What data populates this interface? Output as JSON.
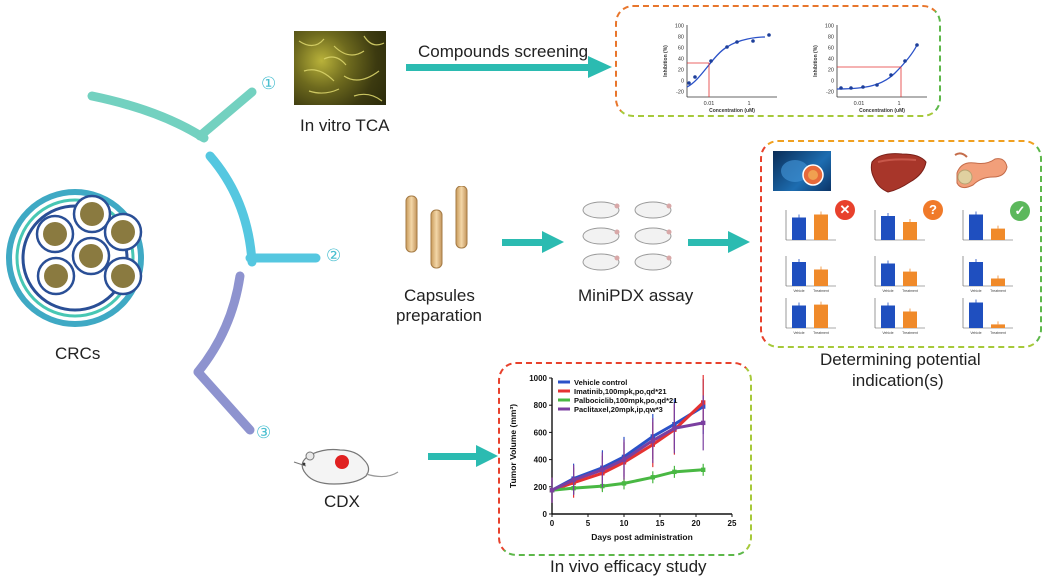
{
  "labels": {
    "crcs": "CRCs",
    "in_vitro_tca": "In vitro TCA",
    "compounds_screening": "Compounds screening",
    "capsules_preparation_line1": "Capsules",
    "capsules_preparation_line2": "preparation",
    "minipdx_assay": "MiniPDX assay",
    "cdx": "CDX",
    "determining_line1": "Determining potential",
    "determining_line2": "indication(s)",
    "in_vivo_study": "In vivo efficacy study"
  },
  "steps": [
    "①",
    "②",
    "③"
  ],
  "inhibition_plots": [
    {
      "ylabel": "Inhibition (%)",
      "xlabel": "Concentration (uM)",
      "yticks": [
        "100",
        "80",
        "60",
        "40",
        "20",
        "0",
        "-20"
      ],
      "xticks": [
        "0.01",
        "1"
      ]
    },
    {
      "ylabel": "Inhibition (%)",
      "xlabel": "Concentration (uM)",
      "yticks": [
        "100",
        "80",
        "60",
        "40",
        "20",
        "0",
        "-20"
      ],
      "xticks": [
        "0.01",
        "1"
      ]
    }
  ],
  "mini_bars": {
    "labels": [
      "Vehicle",
      "Treatment"
    ],
    "verdicts": [
      "✕",
      "?",
      "✓"
    ],
    "verdict_colors": [
      "#e8412c",
      "#f07a2a",
      "#5cb85c"
    ]
  },
  "chart_data": {
    "type": "line",
    "xlabel": "Days post administration",
    "ylabel": "Tumor Volume (mm³)",
    "xlim": [
      0,
      25
    ],
    "ylim": [
      0,
      1000
    ],
    "xticks": [
      "0",
      "5",
      "10",
      "15",
      "20",
      "25"
    ],
    "yticks": [
      "0",
      "200",
      "400",
      "600",
      "800",
      "1000"
    ],
    "x": [
      0,
      3,
      7,
      10,
      14,
      17,
      21
    ],
    "series": [
      {
        "name": "Vehicle control",
        "color": "#2b52c8",
        "values": [
          175,
          260,
          340,
          420,
          570,
          660,
          790
        ]
      },
      {
        "name": "Imatinib,100mpk,po,qd*21",
        "color": "#e53232",
        "values": [
          175,
          230,
          300,
          380,
          510,
          620,
          820
        ]
      },
      {
        "name": "Palbociclib,100mpk,po,qd*21",
        "color": "#49b843",
        "values": [
          175,
          190,
          205,
          225,
          270,
          310,
          325
        ]
      },
      {
        "name": "Paclitaxel,20mpk,ip,qw*3",
        "color": "#7b3fa0",
        "values": [
          175,
          250,
          325,
          400,
          540,
          630,
          670
        ]
      }
    ],
    "legend_position": "top-left"
  }
}
